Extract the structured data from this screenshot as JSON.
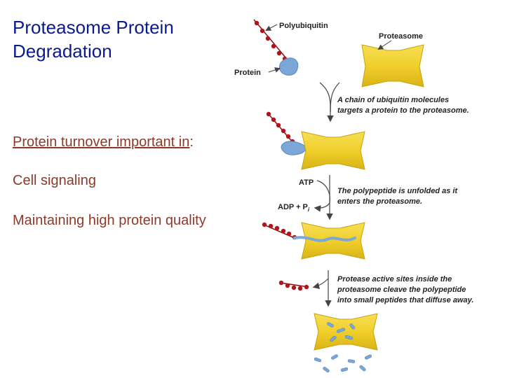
{
  "slide": {
    "title": "Proteasome Protein Degradation",
    "turnover_label": "Protein turnover important in",
    "turnover_colon": ":",
    "item1": "Cell signaling",
    "item2": "Maintaining high protein quality"
  },
  "diagram": {
    "polyubiquitin": "Polyubiquitin",
    "proteasome": "Proteasome",
    "protein": "Protein",
    "step1_line1": "A chain of ubiquitin molecules",
    "step1_line2": "targets a protein to the proteasome.",
    "atp": "ATP",
    "adp": "ADP + P",
    "adp_sub": "i",
    "step2_line1": "The polypeptide is unfolded as it",
    "step2_line2": "enters the proteasome.",
    "step3_line1": "Protease active sites inside the",
    "step3_line2": "proteasome cleave the polypeptide",
    "step3_line3": "into small peptides that diffuse away.",
    "colors": {
      "title": "#0b1a8c",
      "bullets": "#8b3a2a",
      "proteasome": "#f0cf2b",
      "ubiquitin": "#b3141a",
      "protein": "#7aa7d8"
    }
  }
}
